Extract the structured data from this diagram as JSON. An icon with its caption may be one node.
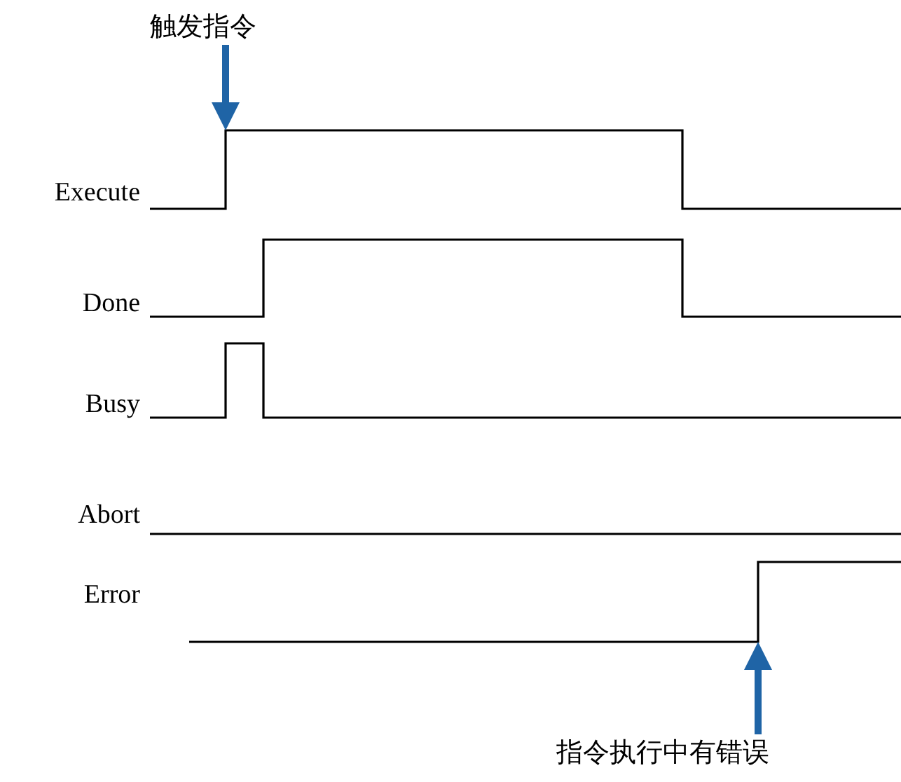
{
  "diagram": {
    "nodes": [
      {
        "text": [
          "触发指令"
        ]
      },
      {
        "text": [
          "指令执行中有错误"
        ]
      }
    ],
    "edges": [
      {
        "from": 0,
        "to": null,
        "arrow": "to"
      },
      {
        "from": 1,
        "to": null,
        "arrow": "to"
      }
    ],
    "labels": [
      "Execute",
      "Done",
      "Busy",
      "Abort",
      "Error"
    ]
  }
}
